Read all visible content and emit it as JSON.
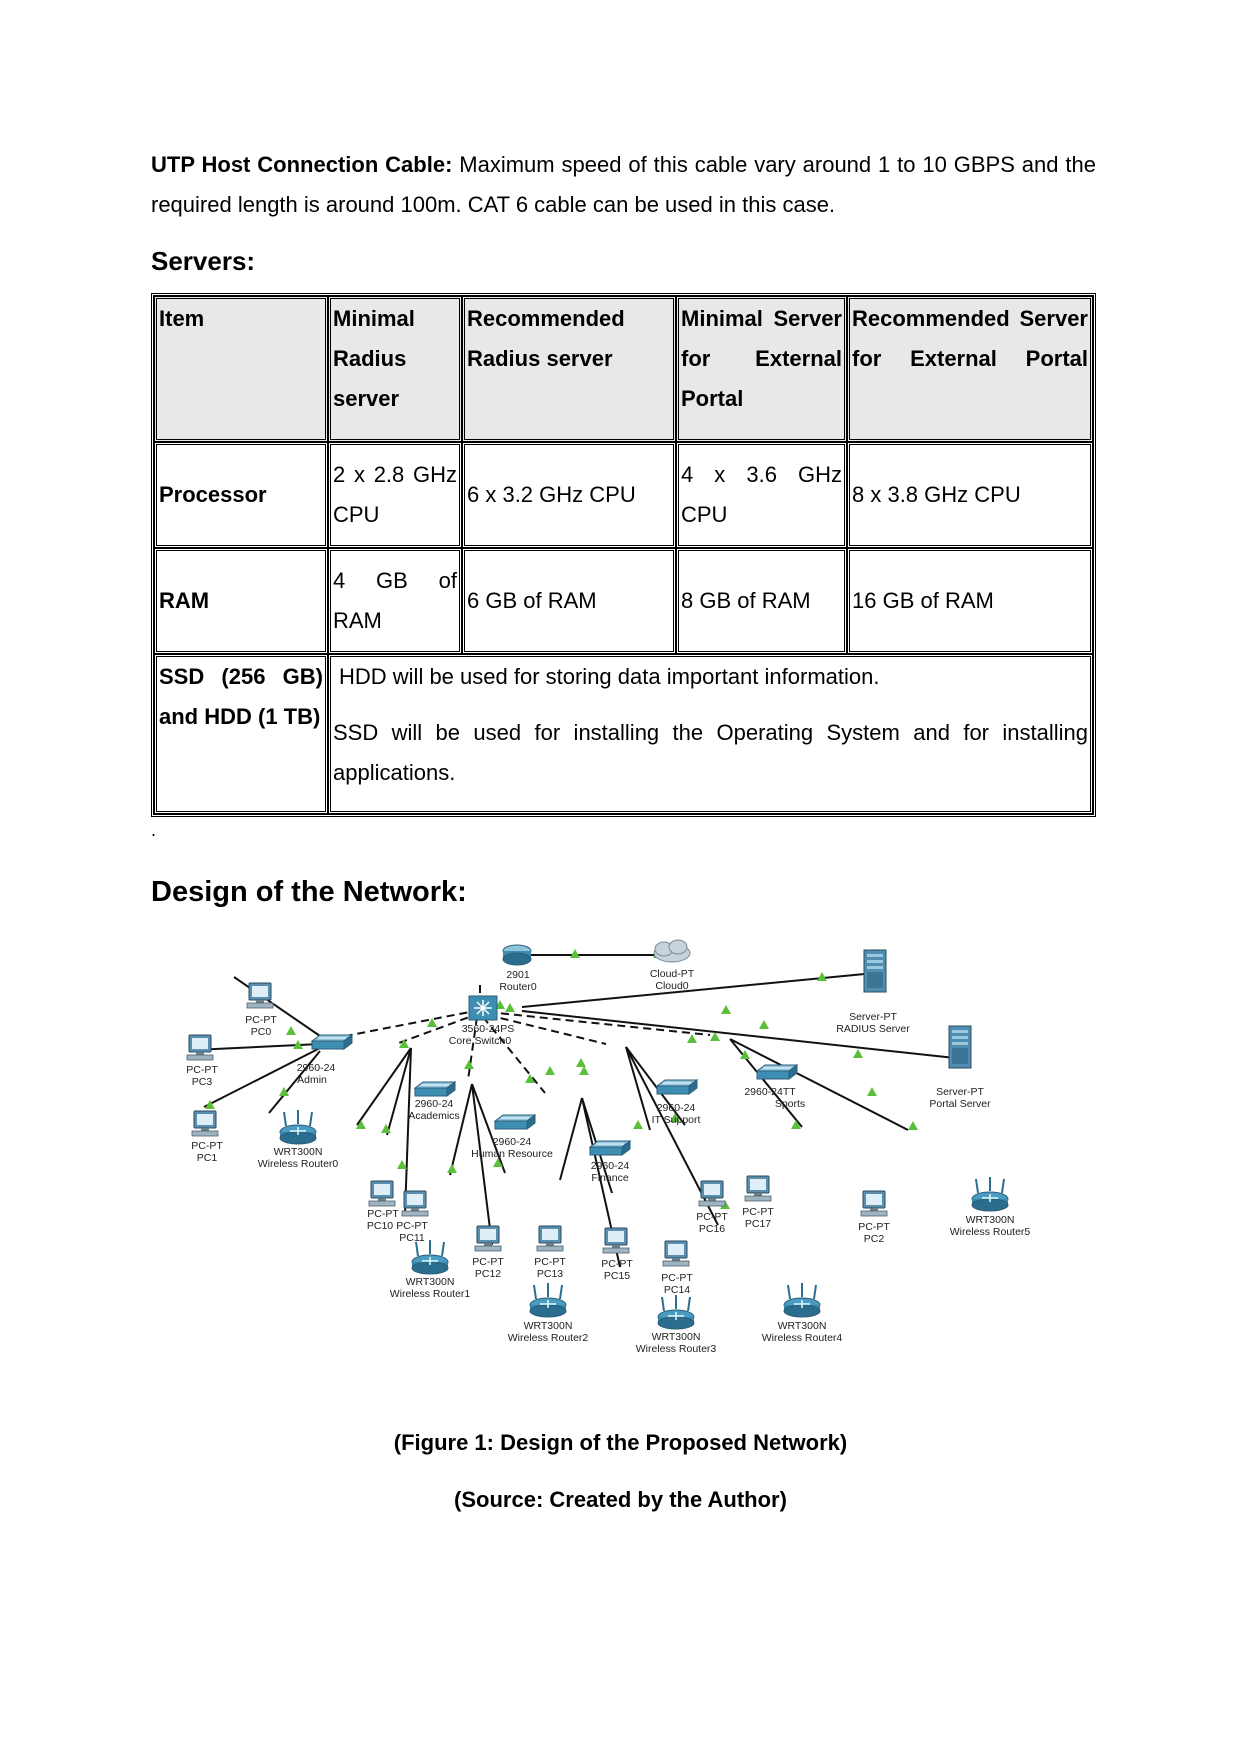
{
  "intro": {
    "label": "UTP Host Connection Cable:",
    "text": " Maximum speed of this cable vary around 1 to 10 GBPS and the required length is around 100m. CAT 6 cable can be used in this case."
  },
  "servers_heading": "Servers:",
  "table": {
    "headers": [
      "Item",
      "Minimal Radius server",
      "Recommended Radius server",
      "Minimal Server for External Portal",
      "Recommended Server for External Portal"
    ],
    "processor": [
      "Processor",
      "2 x 2.8 GHz CPU",
      "6 x 3.2 GHz CPU",
      "4 x 3.6 GHz CPU",
      "8 x 3.8 GHz CPU"
    ],
    "ram": [
      "RAM",
      "4 GB of RAM",
      "6 GB of RAM",
      "8 GB of RAM",
      "16 GB of RAM"
    ],
    "storage": {
      "label": "SSD (256 GB) and HDD (1 TB)",
      "line1": "HDD will be used for storing data important information.",
      "line2": "SSD will be used for installing the Operating System and for installing applications."
    }
  },
  "dot": ".",
  "design_heading": "Design of the Network:",
  "diagram": {
    "devices": {
      "router": [
        "2901",
        "Router0"
      ],
      "cloud": [
        "Cloud-PT",
        "Cloud0"
      ],
      "core": [
        "3560-24PS",
        "Core Switch0"
      ],
      "radius": [
        "Server-PT",
        "RADIUS Server"
      ],
      "portal": [
        "Server-PT",
        "Portal Server"
      ],
      "admin": [
        "2960-24",
        "Admin"
      ],
      "academics": [
        "2960-24",
        "Academics"
      ],
      "hr": [
        "2960-24",
        "Human Resource"
      ],
      "finance": [
        "2960-24",
        "Finance"
      ],
      "it": [
        "2960-24",
        "IT Support"
      ],
      "sports": [
        "2960-24TT",
        "Sports"
      ],
      "pc0": [
        "PC-PT",
        "PC0"
      ],
      "pc3": [
        "PC-PT",
        "PC3"
      ],
      "pc1": [
        "PC-PT",
        "PC1"
      ],
      "wr0": [
        "WRT300N",
        "Wireless Router0"
      ],
      "pc10": [
        "PC-PT",
        "PC10"
      ],
      "pc11": [
        "PC-PT",
        "PC11"
      ],
      "wr1": [
        "WRT300N",
        "Wireless Router1"
      ],
      "pc12": [
        "PC-PT",
        "PC12"
      ],
      "pc13": [
        "PC-PT",
        "PC13"
      ],
      "wr2": [
        "WRT300N",
        "Wireless Router2"
      ],
      "pc15": [
        "PC-PT",
        "PC15"
      ],
      "pc14": [
        "PC-PT",
        "PC14"
      ],
      "wr3": [
        "WRT300N",
        "Wireless Router3"
      ],
      "pc16": [
        "PC-PT",
        "PC16"
      ],
      "pc17": [
        "PC-PT",
        "PC17"
      ],
      "wr4": [
        "WRT300N",
        "Wireless Router4"
      ],
      "pc2": [
        "PC-PT",
        "PC2"
      ],
      "wr5": [
        "WRT300N",
        "Wireless Router5"
      ]
    }
  },
  "caption1": "(Figure 1: Design of the Proposed Network)",
  "caption2": "(Source: Created by the Author)"
}
